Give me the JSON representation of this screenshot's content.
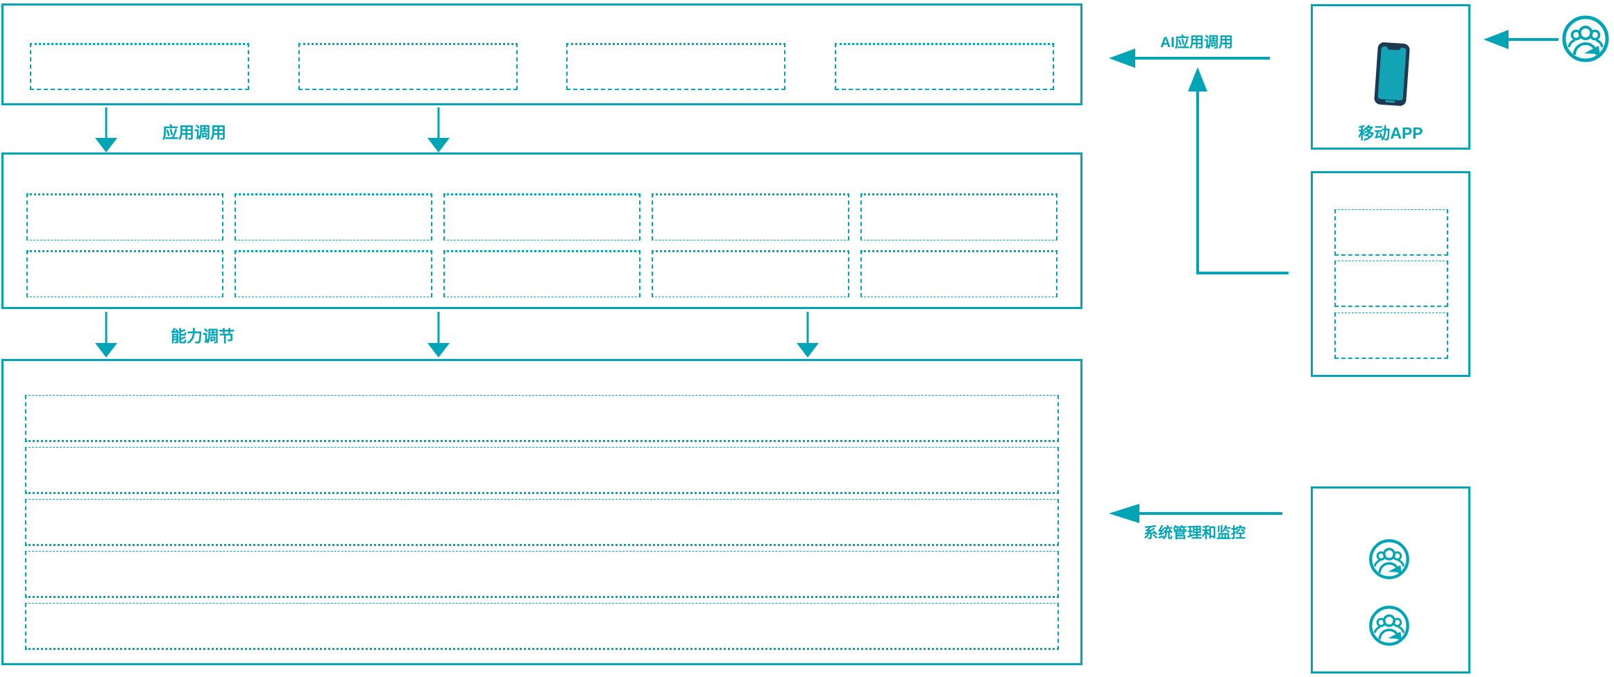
{
  "colors": {
    "accent": "#00a5b5",
    "phone_body": "#1d3a52",
    "phone_screen": "#12a4b4"
  },
  "labels": {
    "app_call": "应用调用",
    "capability_adjust": "能力调节",
    "ai_app_call": "AI应用调用",
    "mobile_app": "移动APP",
    "system_monitor": "系统管理和监控"
  },
  "icons": [
    "smartphone-icon",
    "users-group-icon"
  ],
  "structure": {
    "top_band_boxes": 4,
    "middle_band_cells": 10,
    "bottom_band_rows": 5,
    "right_module_boxes": 3,
    "bottom_right_user_icons": 2
  }
}
